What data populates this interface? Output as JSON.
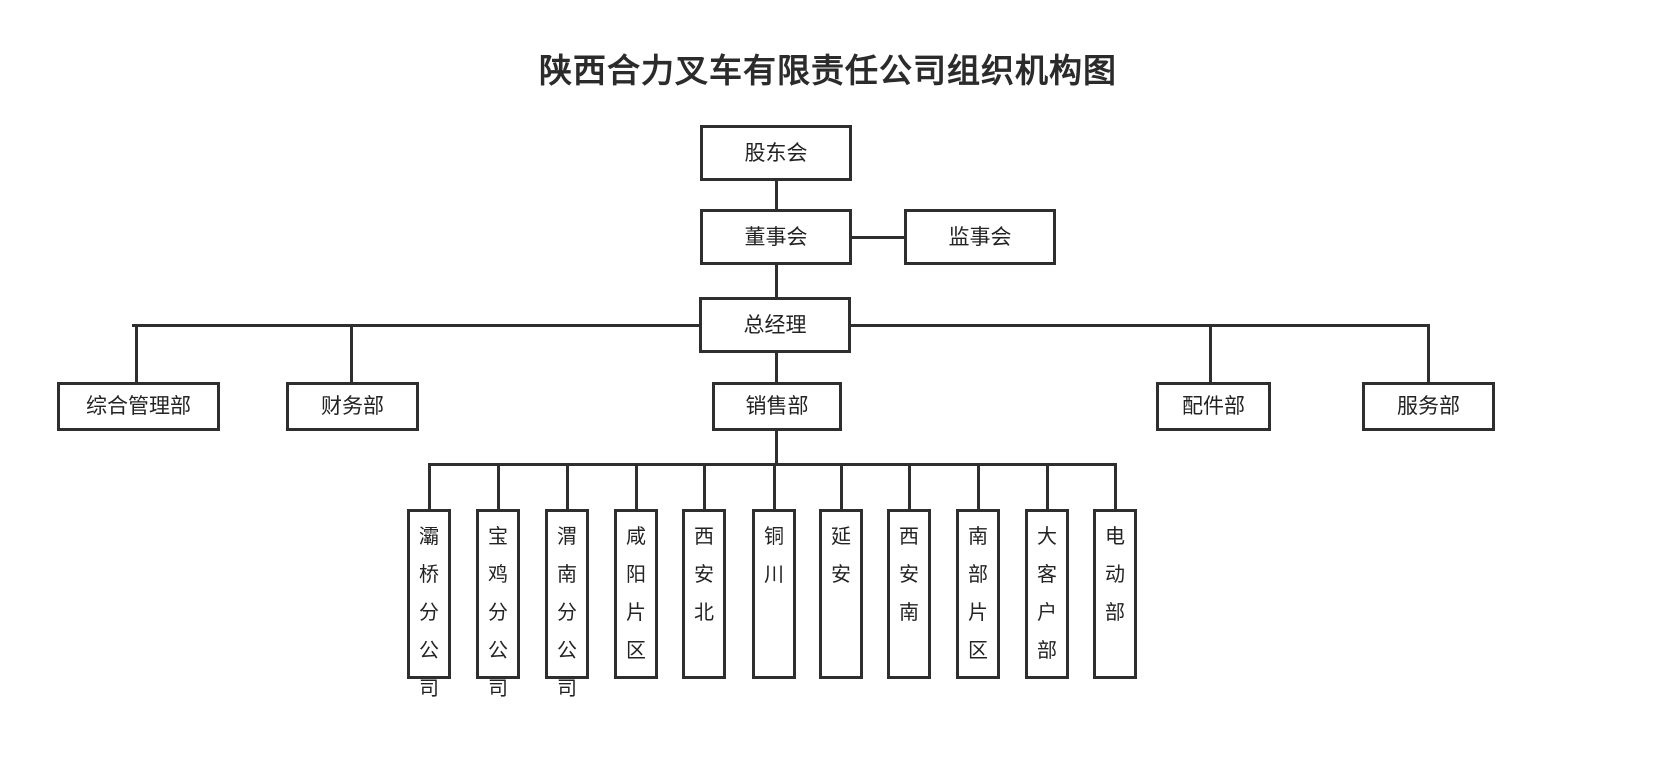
{
  "title": "陕西合力叉车有限责任公司组织机构图",
  "chart_data": {
    "type": "diagram",
    "diagram_kind": "organization-chart",
    "title": "陕西合力叉车有限责任公司组织机构图",
    "orientation": "top-down",
    "levels": [
      {
        "level": 1,
        "nodes": [
          "股东会"
        ]
      },
      {
        "level": 2,
        "nodes": [
          "董事会",
          "监事会"
        ]
      },
      {
        "level": 3,
        "nodes": [
          "总经理"
        ]
      },
      {
        "level": 4,
        "nodes": [
          "综合管理部",
          "财务部",
          "销售部",
          "配件部",
          "服务部"
        ]
      },
      {
        "level": 5,
        "nodes": [
          "灞桥分公司",
          "宝鸡分公司",
          "渭南分公司",
          "咸阳片区",
          "西安北",
          "铜川",
          "延安",
          "西安南",
          "南部片区",
          "大客户部",
          "电动部"
        ]
      }
    ],
    "edges": [
      {
        "from": "股东会",
        "to": "董事会"
      },
      {
        "from": "董事会",
        "to": "监事会",
        "style": "lateral"
      },
      {
        "from": "董事会",
        "to": "总经理"
      },
      {
        "from": "总经理",
        "to": "综合管理部"
      },
      {
        "from": "总经理",
        "to": "财务部"
      },
      {
        "from": "总经理",
        "to": "销售部"
      },
      {
        "from": "总经理",
        "to": "配件部"
      },
      {
        "from": "总经理",
        "to": "服务部"
      },
      {
        "from": "销售部",
        "to": "灞桥分公司"
      },
      {
        "from": "销售部",
        "to": "宝鸡分公司"
      },
      {
        "from": "销售部",
        "to": "渭南分公司"
      },
      {
        "from": "销售部",
        "to": "咸阳片区"
      },
      {
        "from": "销售部",
        "to": "西安北"
      },
      {
        "from": "销售部",
        "to": "铜川"
      },
      {
        "from": "销售部",
        "to": "延安"
      },
      {
        "from": "销售部",
        "to": "西安南"
      },
      {
        "from": "销售部",
        "to": "南部片区"
      },
      {
        "from": "销售部",
        "to": "大客户部"
      },
      {
        "from": "销售部",
        "to": "电动部"
      }
    ]
  },
  "nodes": {
    "shareholders": "股东会",
    "board": "董事会",
    "supervisors": "监事会",
    "gm": "总经理",
    "dept_admin": "综合管理部",
    "dept_finance": "财务部",
    "dept_sales": "销售部",
    "dept_parts": "配件部",
    "dept_service": "服务部"
  },
  "sales_units": [
    {
      "id": "baqiao",
      "label": "灞桥分公司",
      "chars": [
        "灞",
        "桥",
        "分",
        "公",
        "司"
      ]
    },
    {
      "id": "baoji",
      "label": "宝鸡分公司",
      "chars": [
        "宝",
        "鸡",
        "分",
        "公",
        "司"
      ]
    },
    {
      "id": "weinan",
      "label": "渭南分公司",
      "chars": [
        "渭",
        "南",
        "分",
        "公",
        "司"
      ]
    },
    {
      "id": "xianyang",
      "label": "咸阳片区",
      "chars": [
        "咸",
        "阳",
        "片",
        "区"
      ]
    },
    {
      "id": "xian-north",
      "label": "西安北",
      "chars": [
        "西",
        "安",
        "北"
      ]
    },
    {
      "id": "tongchuan",
      "label": "铜川",
      "chars": [
        "铜",
        "川"
      ]
    },
    {
      "id": "yanan",
      "label": "延安",
      "chars": [
        "延",
        "安"
      ]
    },
    {
      "id": "xian-south",
      "label": "西安南",
      "chars": [
        "西",
        "安",
        "南"
      ]
    },
    {
      "id": "south-area",
      "label": "南部片区",
      "chars": [
        "南",
        "部",
        "片",
        "区"
      ]
    },
    {
      "id": "key-account",
      "label": "大客户部",
      "chars": [
        "大",
        "客",
        "户",
        "部"
      ]
    },
    {
      "id": "electric",
      "label": "电动部",
      "chars": [
        "电",
        "动",
        "部"
      ]
    }
  ],
  "colors": {
    "border": "#2e2e2e",
    "text": "#232323",
    "title": "#2b2b2b",
    "background": "#ffffff"
  }
}
